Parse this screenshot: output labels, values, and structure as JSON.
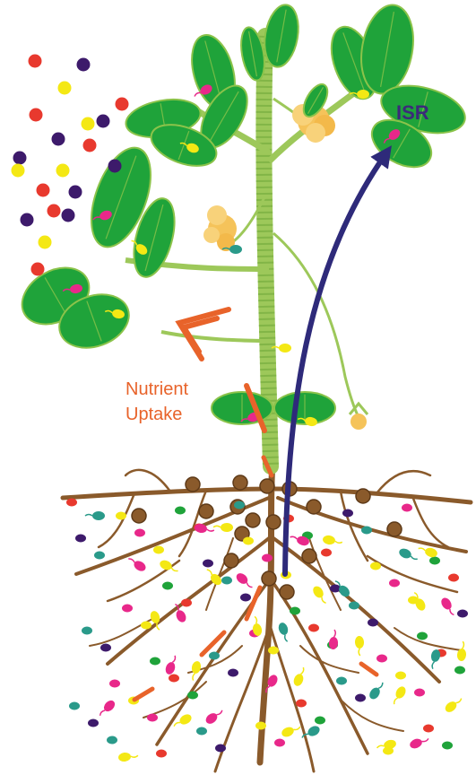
{
  "labels": {
    "isr": "ISR",
    "nutrient_line1": "Nutrient",
    "nutrient_line2": "Uptake"
  },
  "colors": {
    "isr_text": "#3b2a7a",
    "isr_arrow": "#2e2a7a",
    "nutrient_text": "#e8632a",
    "nutrient_arrow": "#e8632a",
    "stem": "#9dc85a",
    "stem_stripe": "#6fa83a",
    "leaf_fill": "#1fa33a",
    "leaf_stroke": "#8bc34a",
    "root": "#8a5a2b",
    "nodule": "#8a5a2b",
    "flower": "#f5c35a",
    "microbe_red": "#e8392e",
    "microbe_yellow": "#f4e814",
    "microbe_purple": "#3d1a6b",
    "microbe_green": "#1fa33a",
    "microbe_magenta": "#e8288a",
    "microbe_teal": "#2a9a8a"
  },
  "icons": [
    "plant",
    "leaf",
    "root-system",
    "root-nodule",
    "flower",
    "microbe-dot",
    "bacterium"
  ]
}
